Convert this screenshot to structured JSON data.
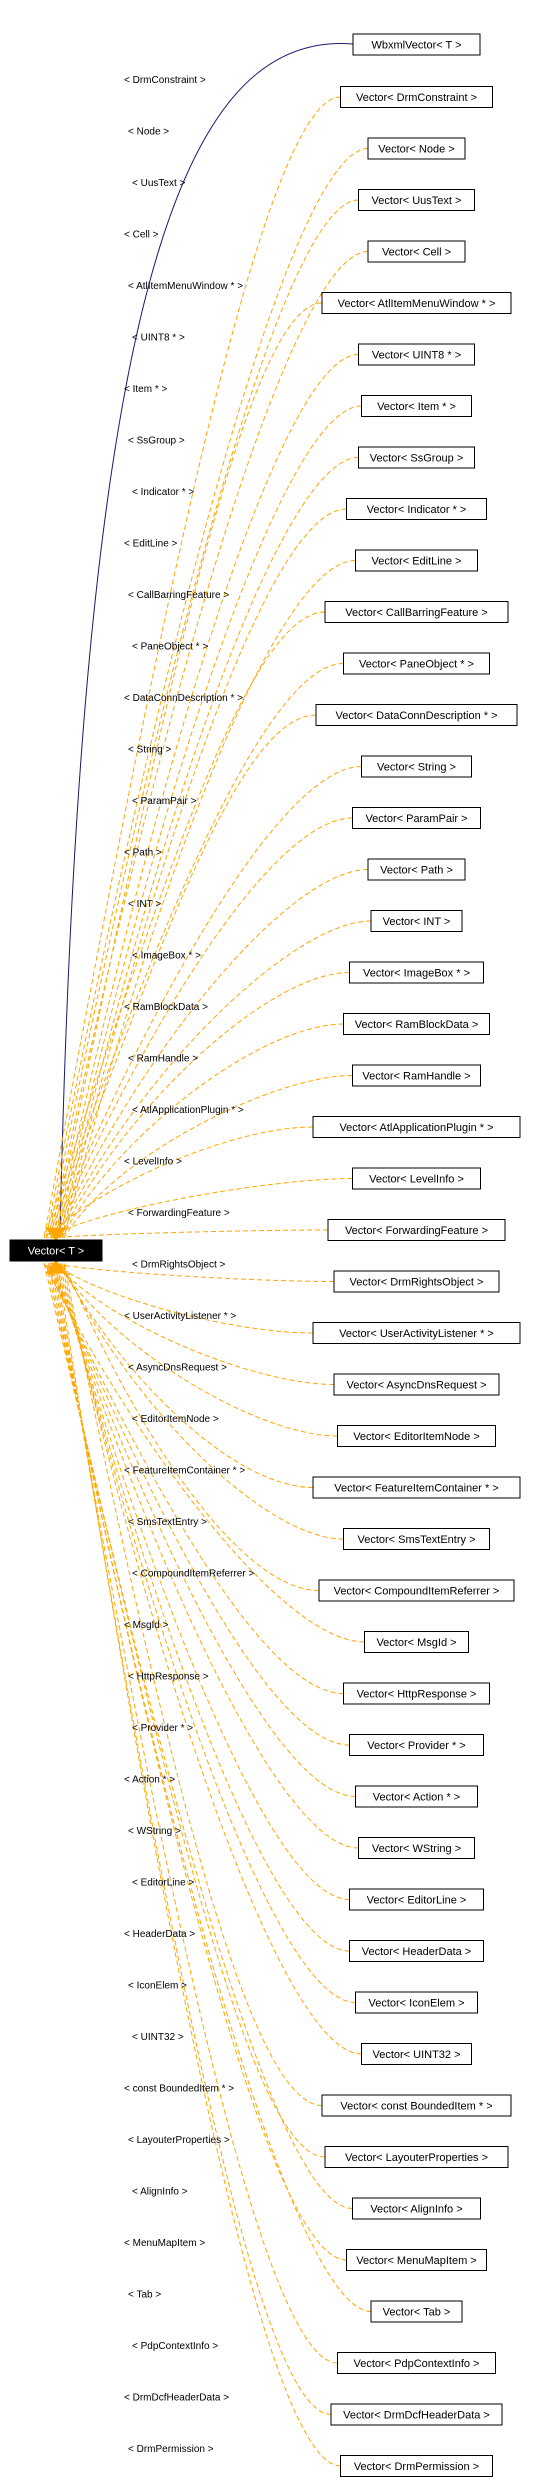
{
  "base_class": {
    "name": "Vector< T >"
  },
  "inherited": {
    "name": "WbxmlVector< T >"
  },
  "colors": {
    "template_edge": "#ffa500",
    "inherit_edge": "#191970",
    "base_fill": "#000000",
    "base_text": "#ffffff"
  },
  "instantiations": [
    {
      "label": "< DrmConstraint >",
      "name": "Vector< DrmConstraint >"
    },
    {
      "label": "< Node >",
      "name": "Vector< Node >"
    },
    {
      "label": "< UusText >",
      "name": "Vector< UusText >"
    },
    {
      "label": "< Cell >",
      "name": "Vector< Cell >"
    },
    {
      "label": "< AtlItemMenuWindow * >",
      "name": "Vector< AtlItemMenuWindow * >"
    },
    {
      "label": "< UINT8 * >",
      "name": "Vector< UINT8 * >"
    },
    {
      "label": "< Item * >",
      "name": "Vector< Item * >"
    },
    {
      "label": "< SsGroup >",
      "name": "Vector< SsGroup >"
    },
    {
      "label": "< Indicator * >",
      "name": "Vector< Indicator * >"
    },
    {
      "label": "< EditLine >",
      "name": "Vector< EditLine >"
    },
    {
      "label": "< CallBarringFeature >",
      "name": "Vector< CallBarringFeature >"
    },
    {
      "label": "< PaneObject * >",
      "name": "Vector< PaneObject * >"
    },
    {
      "label": "< DataConnDescription * >",
      "name": "Vector< DataConnDescription * >"
    },
    {
      "label": "< String >",
      "name": "Vector< String >"
    },
    {
      "label": "< ParamPair >",
      "name": "Vector< ParamPair >"
    },
    {
      "label": "< Path >",
      "name": "Vector< Path >"
    },
    {
      "label": "< INT >",
      "name": "Vector< INT >"
    },
    {
      "label": "< ImageBox * >",
      "name": "Vector< ImageBox * >"
    },
    {
      "label": "< RamBlockData >",
      "name": "Vector< RamBlockData >"
    },
    {
      "label": "< RamHandle >",
      "name": "Vector< RamHandle >"
    },
    {
      "label": "< AtlApplicationPlugin * >",
      "name": "Vector< AtlApplicationPlugin * >"
    },
    {
      "label": "< LevelInfo >",
      "name": "Vector< LevelInfo >"
    },
    {
      "label": "< ForwardingFeature >",
      "name": "Vector< ForwardingFeature >"
    },
    {
      "label": "< DrmRightsObject >",
      "name": "Vector< DrmRightsObject >"
    },
    {
      "label": "< UserActivityListener * >",
      "name": "Vector< UserActivityListener * >"
    },
    {
      "label": "< AsyncDnsRequest >",
      "name": "Vector< AsyncDnsRequest >"
    },
    {
      "label": "< EditorItemNode >",
      "name": "Vector< EditorItemNode >"
    },
    {
      "label": "< FeatureItemContainer * >",
      "name": "Vector< FeatureItemContainer * >"
    },
    {
      "label": "< SmsTextEntry >",
      "name": "Vector< SmsTextEntry >"
    },
    {
      "label": "< CompoundItemReferrer >",
      "name": "Vector< CompoundItemReferrer >"
    },
    {
      "label": "< MsgId >",
      "name": "Vector< MsgId >"
    },
    {
      "label": "< HttpResponse >",
      "name": "Vector< HttpResponse >"
    },
    {
      "label": "< Provider * >",
      "name": "Vector< Provider * >"
    },
    {
      "label": "< Action * >",
      "name": "Vector< Action * >"
    },
    {
      "label": "< WString >",
      "name": "Vector< WString >"
    },
    {
      "label": "< EditorLine >",
      "name": "Vector< EditorLine >"
    },
    {
      "label": "< HeaderData >",
      "name": "Vector< HeaderData >"
    },
    {
      "label": "< IconElem >",
      "name": "Vector< IconElem >"
    },
    {
      "label": "< UINT32 >",
      "name": "Vector< UINT32 >"
    },
    {
      "label": "< const BoundedItem * >",
      "name": "Vector< const BoundedItem * >"
    },
    {
      "label": "< LayouterProperties >",
      "name": "Vector< LayouterProperties >"
    },
    {
      "label": "< AlignInfo >",
      "name": "Vector< AlignInfo >"
    },
    {
      "label": "< MenuMapItem >",
      "name": "Vector< MenuMapItem >"
    },
    {
      "label": "< Tab >",
      "name": "Vector< Tab >"
    },
    {
      "label": "< PdpContextInfo >",
      "name": "Vector< PdpContextInfo >"
    },
    {
      "label": "< DrmDcfHeaderData >",
      "name": "Vector< DrmDcfHeaderData >"
    },
    {
      "label": "< DrmPermission >",
      "name": "Vector< DrmPermission >"
    }
  ]
}
